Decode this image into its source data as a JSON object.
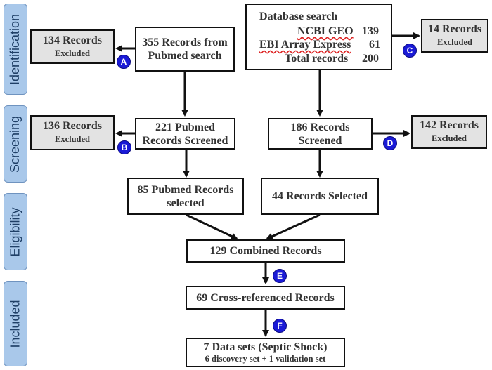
{
  "phases": {
    "identification": "Identification",
    "screening": "Screening",
    "eligibility": "Eligibility",
    "included": "Included"
  },
  "identification": {
    "excluded_a": {
      "count": "134 Records",
      "label": "Excluded",
      "badge": "A"
    },
    "pubmed": "355 Records from Pubmed search",
    "database": {
      "title": "Database search",
      "ncbi_label": "NCBI GEO",
      "ncbi_value": "139",
      "ebi_label": "EBI Array Express",
      "ebi_value": "61",
      "total_label": "Total records",
      "total_value": "200"
    },
    "excluded_c": {
      "count": "14 Records",
      "label": "Excluded",
      "badge": "C"
    }
  },
  "screening": {
    "excluded_b": {
      "count": "136 Records",
      "label": "Excluded",
      "badge": "B"
    },
    "pubmed_screened": "221 Pubmed Records Screened",
    "db_screened": "186 Records Screened",
    "excluded_d": {
      "count": "142 Records",
      "label": "Excluded",
      "badge": "D"
    }
  },
  "eligibility": {
    "pubmed_selected": "85 Pubmed Records selected",
    "db_selected": "44 Records Selected",
    "combined": "129 Combined Records",
    "badge_e": "E"
  },
  "included": {
    "cross_ref": "69 Cross-referenced Records",
    "badge_f": "F",
    "final_title": "7 Data sets (Septic Shock)",
    "final_sub": "6 discovery set + 1 validation set"
  }
}
